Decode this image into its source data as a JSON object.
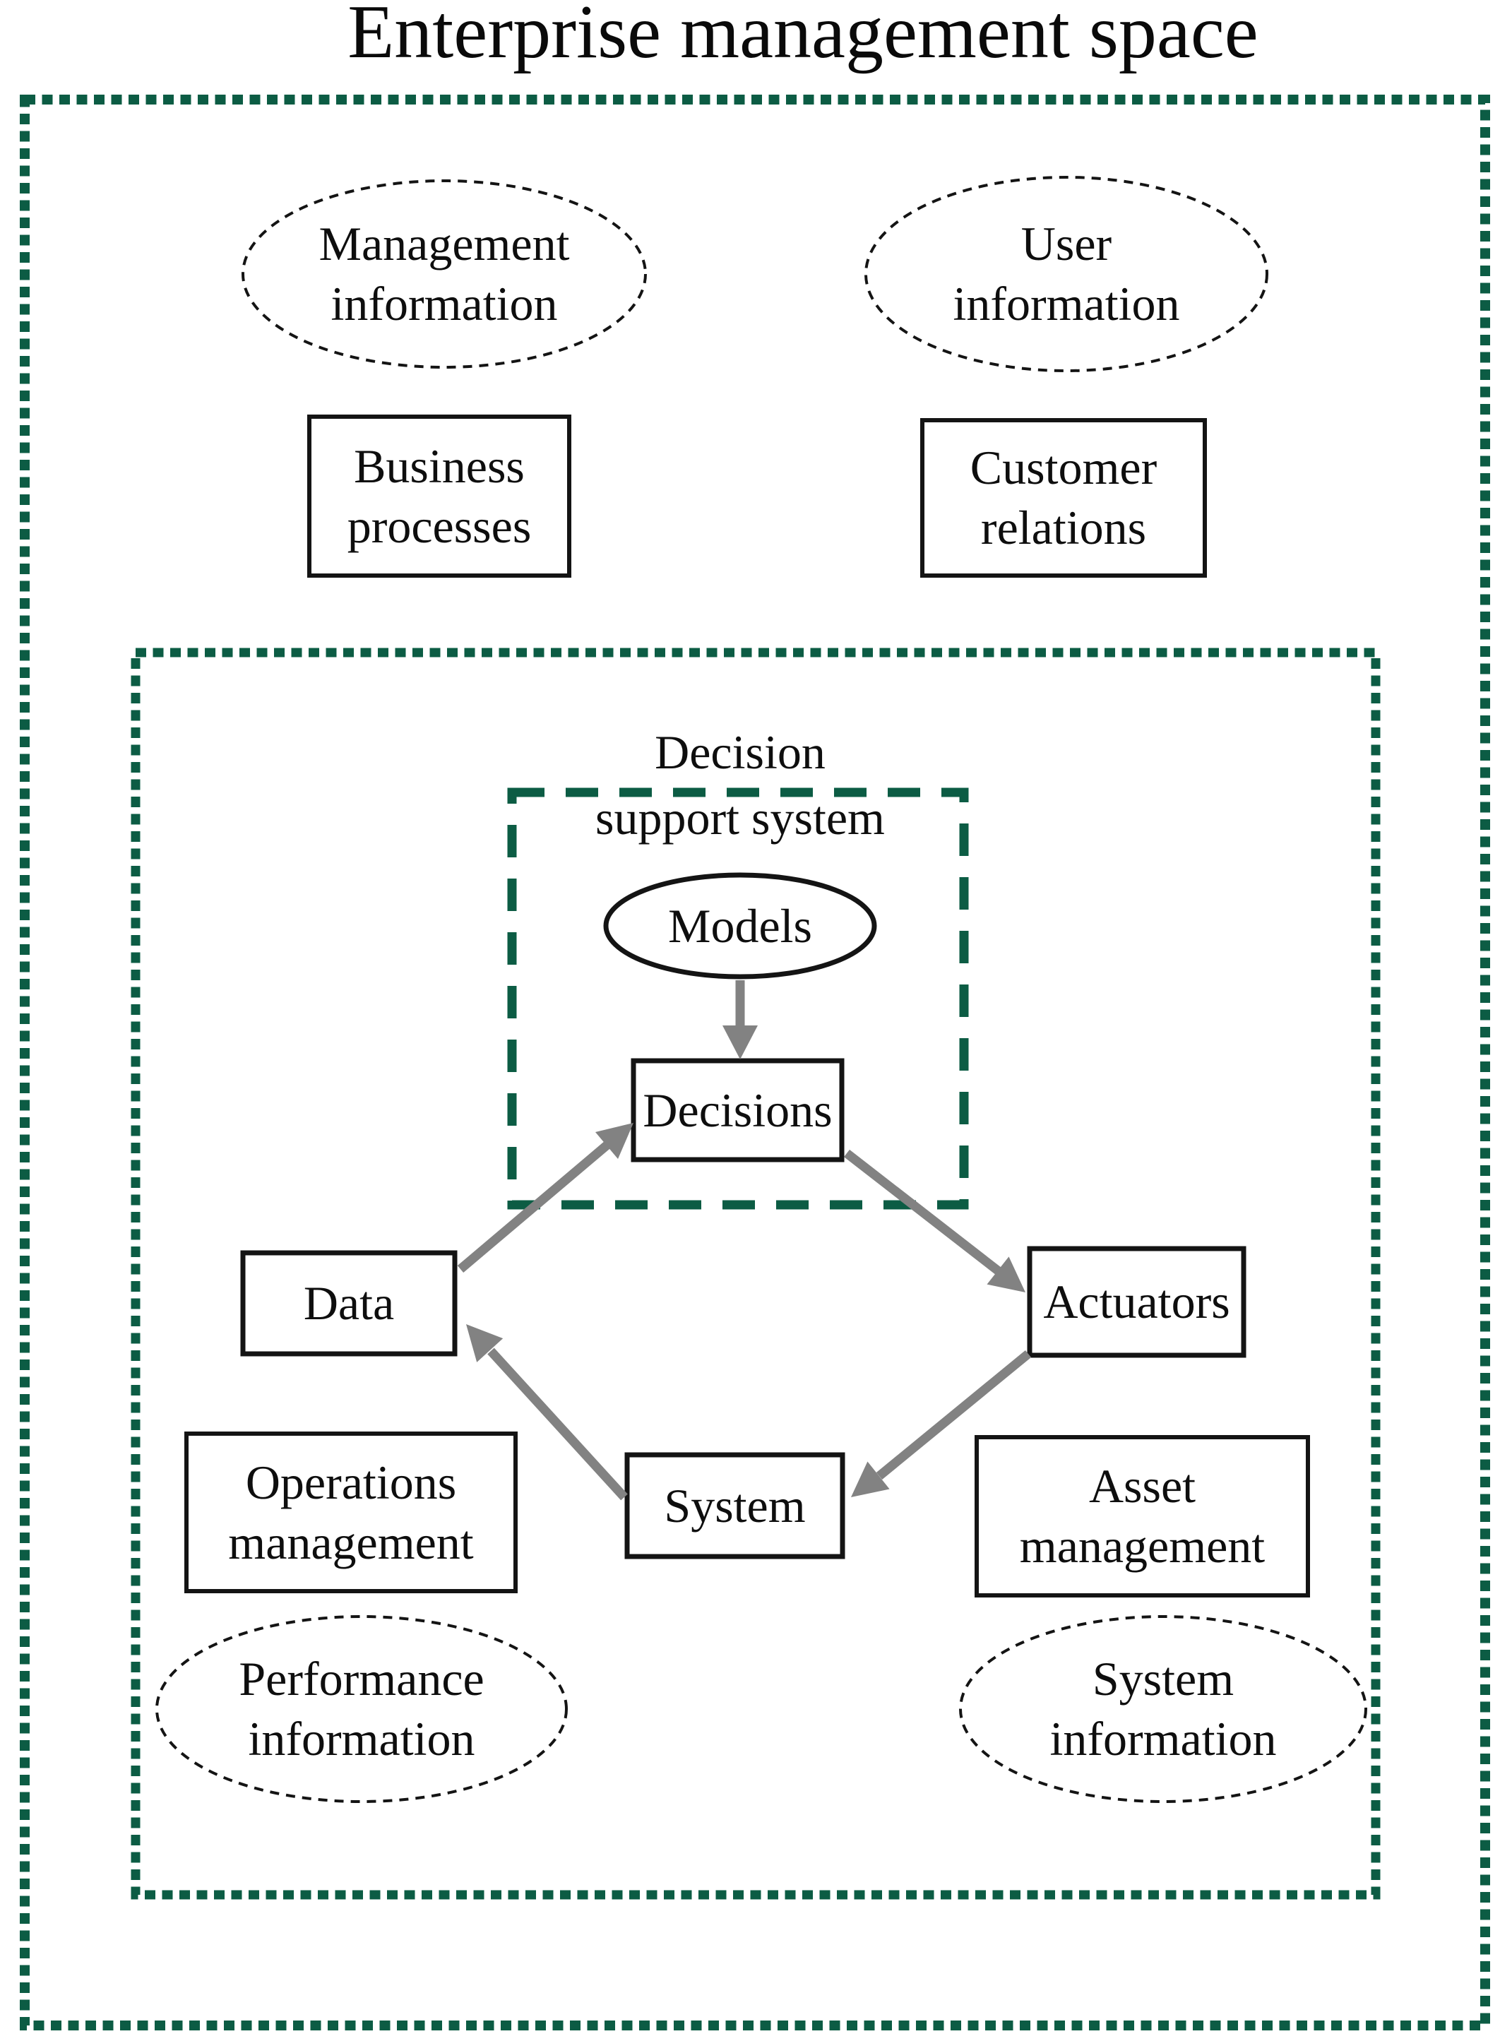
{
  "title": "Enterprise management space",
  "colors": {
    "boundary_green": "#0c5c44",
    "arrow_gray": "#828282",
    "shape_black": "#141414",
    "text_black": "#0e0e0e",
    "background": "#ffffff"
  },
  "labels": {
    "decision_support_system": "Decision\nsupport system"
  },
  "ellipses": {
    "management_information": "Management\ninformation",
    "user_information": "User\ninformation",
    "models": "Models",
    "performance_information": "Performance\ninformation",
    "system_information": "System\ninformation"
  },
  "boxes": {
    "business_processes": "Business\nprocesses",
    "customer_relations": "Customer\nrelations",
    "decisions": "Decisions",
    "data": "Data",
    "actuators": "Actuators",
    "system": "System",
    "operations_management": "Operations\nmanagement",
    "asset_management": "Asset\nmanagement"
  },
  "arrows": [
    {
      "from": "Models",
      "to": "Decisions"
    },
    {
      "from": "Data",
      "to": "Decisions"
    },
    {
      "from": "Decisions",
      "to": "Actuators"
    },
    {
      "from": "Actuators",
      "to": "System"
    },
    {
      "from": "System",
      "to": "Data"
    }
  ]
}
